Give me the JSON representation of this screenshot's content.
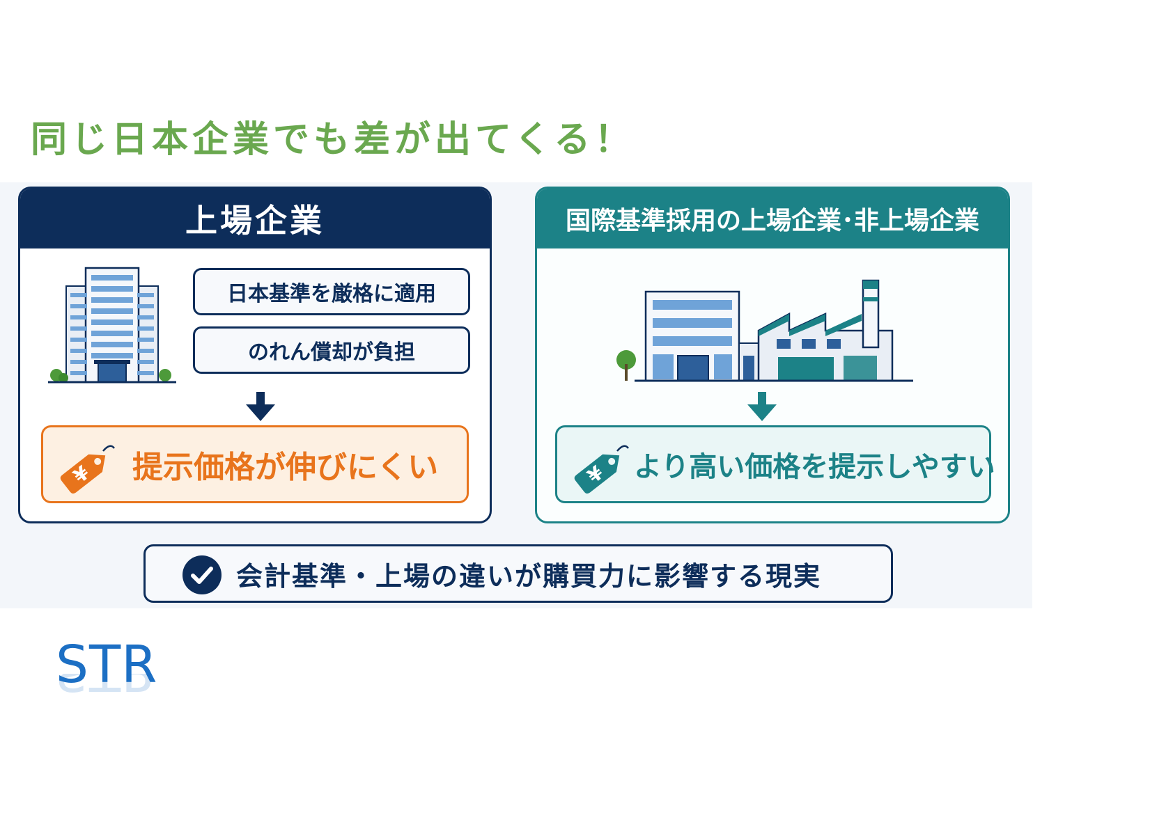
{
  "headline": "同じ日本企業でも差が出てくる！",
  "left_panel": {
    "title": "上場企業",
    "points": [
      "日本基準を厳格に適用",
      "のれん償却が負担"
    ],
    "result": "提示価格が伸びにくい"
  },
  "right_panel": {
    "title": "国際基準採用の上場企業･非上場企業",
    "result": "より高い価格を提示しやすい"
  },
  "bottom_message": "会計基準・上場の違いが購買力に影響する現実",
  "logo": "STR",
  "colors": {
    "navy": "#0d2d5a",
    "teal": "#1c8287",
    "orange": "#e8741c",
    "green_headline": "#6aa84f",
    "logo_blue": "#1c6fc4"
  },
  "icons": [
    "office-building-icon",
    "factory-icon",
    "arrow-down-icon",
    "yen-price-tag-icon",
    "checkmark-circle-icon"
  ]
}
